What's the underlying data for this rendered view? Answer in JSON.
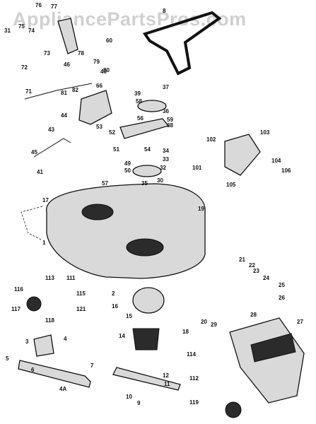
{
  "watermark": "AppliancePartsPros.com",
  "colors": {
    "ink": "#111111",
    "fill": "#d9d9d9",
    "watermark": "#969696"
  },
  "callouts": [
    "1",
    "2",
    "3",
    "4",
    "4A",
    "5",
    "6",
    "7",
    "8",
    "9",
    "10",
    "11",
    "12",
    "14",
    "15",
    "16",
    "17",
    "18",
    "19",
    "20",
    "21",
    "22",
    "23",
    "24",
    "25",
    "26",
    "27",
    "28",
    "29",
    "30",
    "31",
    "32",
    "33",
    "34",
    "35",
    "36",
    "37",
    "38",
    "39",
    "40",
    "41",
    "43",
    "44",
    "45",
    "46",
    "49",
    "50",
    "51",
    "52",
    "53",
    "54",
    "56",
    "57",
    "58",
    "59",
    "60",
    "66",
    "71",
    "72",
    "73",
    "74",
    "75",
    "76",
    "77",
    "78",
    "79",
    "80",
    "81",
    "82",
    "101",
    "102",
    "103",
    "104",
    "105",
    "106",
    "111",
    "112",
    "113",
    "114",
    "115",
    "116",
    "117",
    "118",
    "119",
    "121"
  ]
}
